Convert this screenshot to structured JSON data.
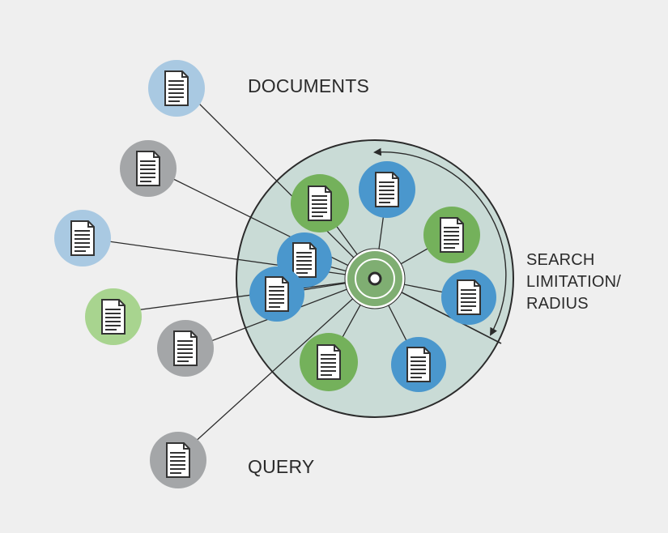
{
  "labels": {
    "documents": "DOCUMENTS",
    "query": "QUERY",
    "search_radius": [
      "SEARCH",
      "LIMITATION/",
      "RADIUS"
    ]
  },
  "colors": {
    "background": "#efefef",
    "search_area_fill": "#c9dbd6",
    "search_area_stroke": "#2b2b2b",
    "query_center_ring": "#7fae72",
    "blue": "#4a97cd",
    "light_blue": "#a9c9e2",
    "green": "#74b15b",
    "light_green": "#a8d48f",
    "gray": "#a4a6a8",
    "line": "#2b2b2b",
    "document_fill": "#ffffff",
    "document_stroke": "#333333"
  },
  "icons": {
    "document": "document-icon",
    "query": "query-icon",
    "arrow": "arc-arrow-icon"
  },
  "nodes": {
    "outside": [
      {
        "id": "doc-out-1",
        "color": "light_blue"
      },
      {
        "id": "doc-out-2",
        "color": "gray"
      },
      {
        "id": "doc-out-3",
        "color": "light_blue"
      },
      {
        "id": "doc-out-4",
        "color": "light_green"
      },
      {
        "id": "doc-out-5",
        "color": "gray"
      },
      {
        "id": "doc-out-6",
        "color": "gray"
      }
    ],
    "inside": [
      {
        "id": "doc-in-1",
        "color": "green"
      },
      {
        "id": "doc-in-2",
        "color": "blue"
      },
      {
        "id": "doc-in-3",
        "color": "green"
      },
      {
        "id": "doc-in-4",
        "color": "blue"
      },
      {
        "id": "doc-in-5",
        "color": "blue"
      },
      {
        "id": "doc-in-6",
        "color": "blue"
      },
      {
        "id": "doc-in-7",
        "color": "green"
      },
      {
        "id": "doc-in-8",
        "color": "blue"
      }
    ]
  }
}
